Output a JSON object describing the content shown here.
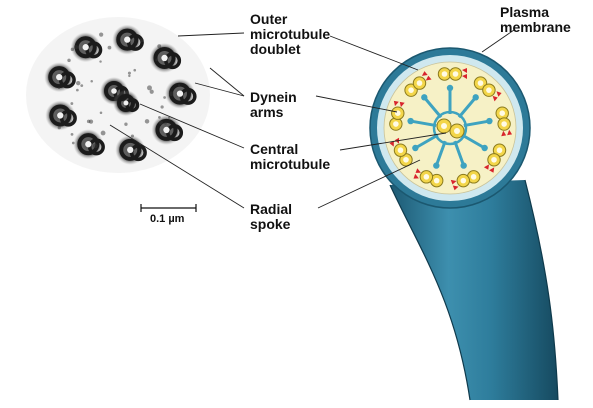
{
  "labels": {
    "outer_doublet": "Outer\nmicrotubule\ndoublet",
    "dynein_arms": "Dynein\narms",
    "central_microtubule": "Central\nmicrotubule",
    "radial_spoke": "Radial\nspoke",
    "plasma_membrane": "Plasma\nmembrane",
    "scale_bar": "0.1 µm"
  },
  "colors": {
    "axoneme_body": "#2d7a98",
    "membrane": "#cfe8ef",
    "interior": "#f6f1c6",
    "tubule_fill": "#f3d64a",
    "dynein": "#d8242c",
    "spoke": "#3ea3c0",
    "micrograph": "#1b1b1b"
  }
}
